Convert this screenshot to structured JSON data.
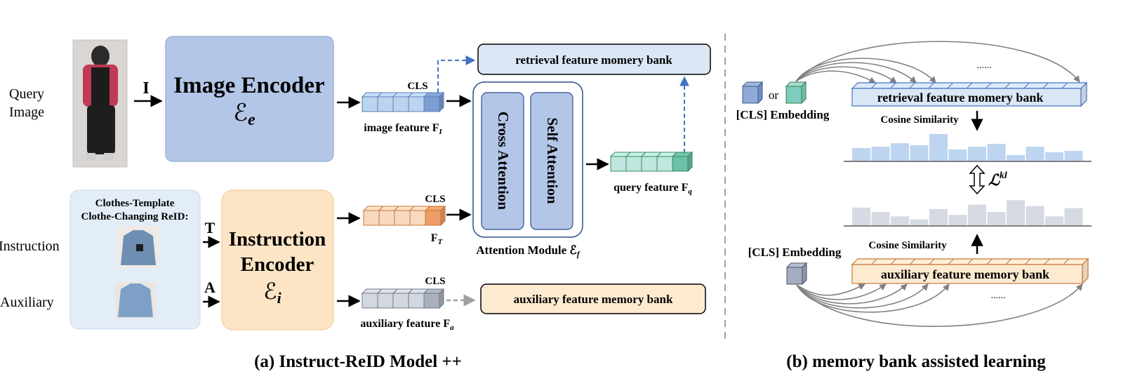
{
  "panel_a": {
    "caption": "(a) Instruct-ReID Model ++",
    "query_label_line1": "Query",
    "query_label_line2": "Image",
    "instruction_label": "Instruction",
    "auxiliary_label": "Auxiliary",
    "arrow_I": "I",
    "arrow_T": "T",
    "arrow_A": "A",
    "image_encoder_title": "Image Encoder",
    "image_encoder_symbol": "ℰ",
    "image_encoder_sub": "e",
    "instruction_encoder_line1": "Instruction",
    "instruction_encoder_line2": "Encoder",
    "instruction_encoder_symbol": "ℰ",
    "instruction_encoder_sub": "i",
    "template_line1": "Clothes-Template",
    "template_line2": "Clothe-Changing ReID:",
    "cls_1": "CLS",
    "cls_2": "CLS",
    "cls_3": "CLS",
    "image_feature_label": "image feature F",
    "image_feature_sub": "I",
    "ft_label": "F",
    "ft_sub": "T",
    "aux_feature_label": "auxiliary feature F",
    "aux_feature_sub": "a",
    "query_feature_label": "query feature F",
    "query_feature_sub": "q",
    "cross_attention": "Cross Attention",
    "self_attention": "Self Attention",
    "attention_module_label": "Attention Module ℰ",
    "attention_module_sub": "f",
    "retrieval_bank_a": "retrieval feature momery bank",
    "auxiliary_bank_a": "auxiliary feature memory bank"
  },
  "panel_b": {
    "caption": "(b) memory bank assisted learning",
    "or_text": "or",
    "cls_embedding_top": "[CLS] Embedding",
    "cls_embedding_bottom": "[CLS] Embedding",
    "retrieval_bank_b": "retrieval feature momery bank",
    "auxiliary_bank_b": "auxiliary feature memory bank",
    "cosine_top": "Cosine Similarity",
    "cosine_bottom": "Cosine Similarity",
    "ellipsis_top": "......",
    "ellipsis_bottom": "......",
    "loss_symbol": "ℒ",
    "loss_sup": "kl",
    "hist_top_values": [
      0.45,
      0.5,
      0.62,
      0.55,
      0.95,
      0.4,
      0.5,
      0.6,
      0.2,
      0.5,
      0.3,
      0.35
    ],
    "hist_bottom_values": [
      0.6,
      0.45,
      0.3,
      0.2,
      0.55,
      0.35,
      0.7,
      0.45,
      0.85,
      0.65,
      0.3,
      0.58
    ]
  },
  "colors": {
    "image_encoder_fill": "#b3c6e7",
    "instruction_encoder_fill": "#fce4c4",
    "template_panel_fill": "#e3edf8",
    "retrieval_bank_fill": "#dae7f5",
    "aux_bank_fill": "#fdebd1",
    "blue_cube": "#bcd4ee",
    "orange_cube": "#f9d9bd",
    "gray_cube": "#d3d8e0",
    "teal_cube": "#bfe6e0",
    "hist_top": "#bdd5ef",
    "hist_bottom": "#d5dae3"
  }
}
